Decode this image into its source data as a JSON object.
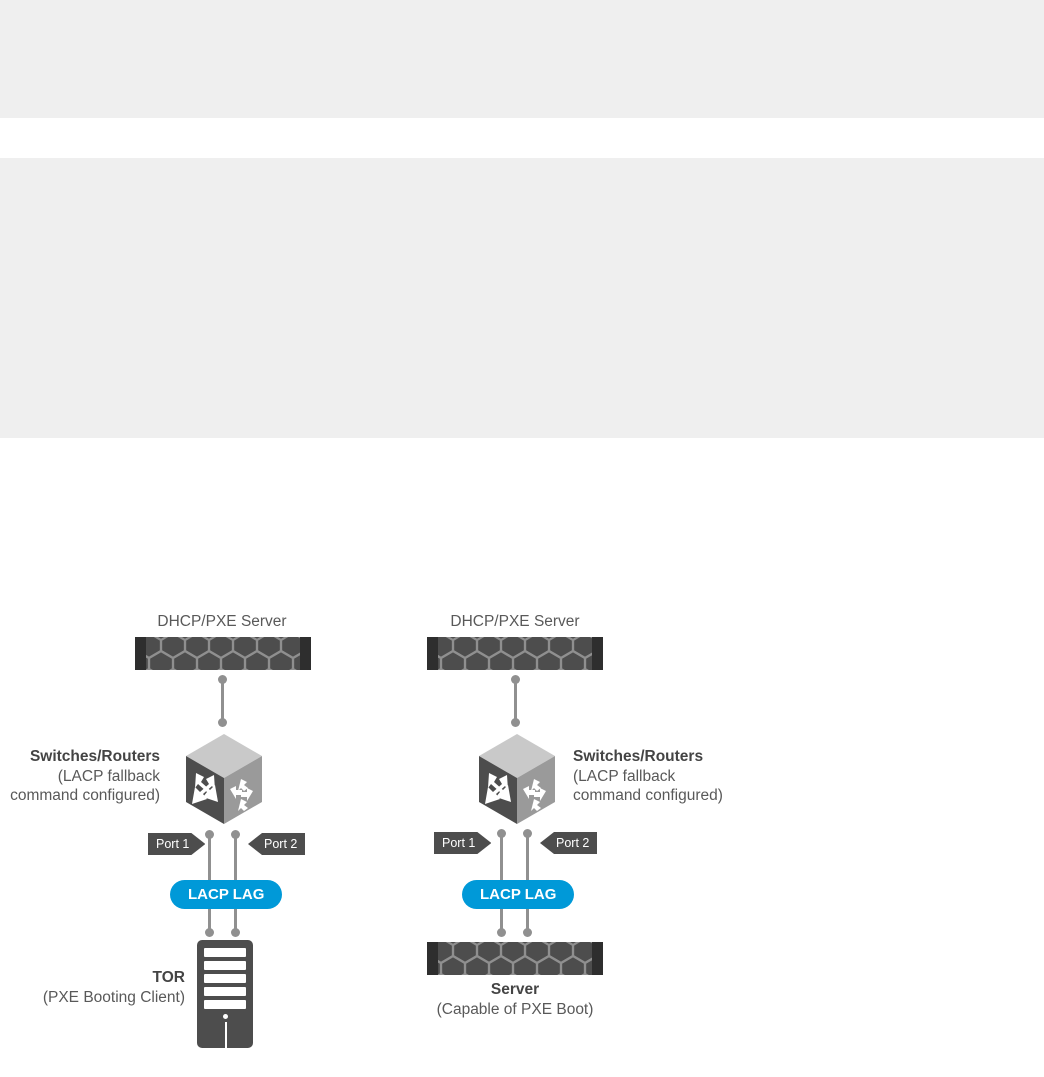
{
  "page": {
    "background": "#ffffff",
    "placeholder_block_color": "#efefef"
  },
  "colors": {
    "accent_blue": "#0099d8",
    "device_dark": "#4d4d4d",
    "device_darker": "#2e2e2e",
    "line_gray": "#909090",
    "text_gray": "#595959",
    "text_dark": "#444444"
  },
  "diagram": {
    "title": "",
    "left": {
      "dhcp_label": "DHCP/PXE Server",
      "switch": {
        "title": "Switches/Routers",
        "sub1": "(LACP fallback",
        "sub2": "command configured)"
      },
      "port_one": "Port 1",
      "port_two": "Port 2",
      "lag_label": "LACP LAG",
      "client": {
        "title": "TOR",
        "sub": "(PXE Booting Client)"
      },
      "icons": {
        "rack": "rack-server-icon",
        "switch": "network-switch-icon",
        "client": "tower-computer-icon"
      }
    },
    "right": {
      "dhcp_label": "DHCP/PXE Server",
      "switch": {
        "title": "Switches/Routers",
        "sub1": "(LACP fallback",
        "sub2": "command configured)"
      },
      "port_one": "Port 1",
      "port_two": "Port 2",
      "lag_label": "LACP LAG",
      "client": {
        "title": "Server",
        "sub": "(Capable of PXE Boot)"
      },
      "icons": {
        "rack": "rack-server-icon",
        "switch": "network-switch-icon",
        "client": "rack-server-icon"
      }
    }
  }
}
